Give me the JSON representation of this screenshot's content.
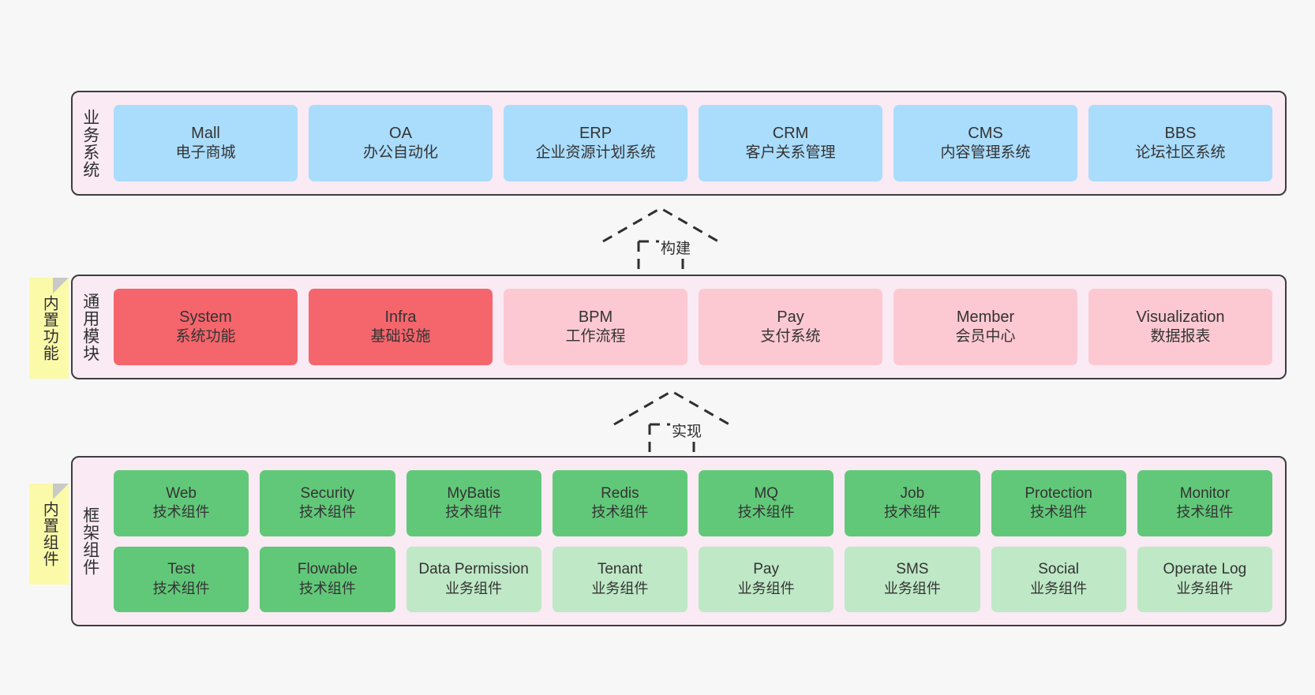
{
  "diagram": {
    "notes": [
      {
        "id": "builtin-feature",
        "label": "内置功能"
      },
      {
        "id": "builtin-component",
        "label": "内置组件"
      }
    ],
    "connectors": [
      {
        "id": "build",
        "label": "构建",
        "style": "dashed-generalization"
      },
      {
        "id": "implement",
        "label": "实现",
        "style": "dashed-generalization"
      }
    ],
    "layers": [
      {
        "id": "business-system",
        "title": "业务系统",
        "cards": [
          {
            "name": "Mall",
            "sub": "电子商城",
            "color": "#aadcfb"
          },
          {
            "name": "OA",
            "sub": "办公自动化",
            "color": "#aadcfb"
          },
          {
            "name": "ERP",
            "sub": "企业资源计划系统",
            "color": "#aadcfb"
          },
          {
            "name": "CRM",
            "sub": "客户关系管理",
            "color": "#aadcfb"
          },
          {
            "name": "CMS",
            "sub": "内容管理系统",
            "color": "#aadcfb"
          },
          {
            "name": "BBS",
            "sub": "论坛社区系统",
            "color": "#aadcfb"
          }
        ]
      },
      {
        "id": "common-module",
        "title": "通用模块",
        "cards": [
          {
            "name": "System",
            "sub": "系统功能",
            "color": "#f4666c"
          },
          {
            "name": "Infra",
            "sub": "基础设施",
            "color": "#f4666c"
          },
          {
            "name": "BPM",
            "sub": "工作流程",
            "color": "#fcc9d2"
          },
          {
            "name": "Pay",
            "sub": "支付系统",
            "color": "#fcc9d2"
          },
          {
            "name": "Member",
            "sub": "会员中心",
            "color": "#fcc9d2"
          },
          {
            "name": "Visualization",
            "sub": "数据报表",
            "color": "#fcc9d2"
          }
        ]
      },
      {
        "id": "framework-component",
        "title": "框架组件",
        "rows": [
          [
            {
              "name": "Web",
              "sub": "技术组件",
              "color": "#62c879"
            },
            {
              "name": "Security",
              "sub": "技术组件",
              "color": "#62c879"
            },
            {
              "name": "MyBatis",
              "sub": "技术组件",
              "color": "#62c879"
            },
            {
              "name": "Redis",
              "sub": "技术组件",
              "color": "#62c879"
            },
            {
              "name": "MQ",
              "sub": "技术组件",
              "color": "#62c879"
            },
            {
              "name": "Job",
              "sub": "技术组件",
              "color": "#62c879"
            },
            {
              "name": "Protection",
              "sub": "技术组件",
              "color": "#62c879"
            },
            {
              "name": "Monitor",
              "sub": "技术组件",
              "color": "#62c879"
            }
          ],
          [
            {
              "name": "Test",
              "sub": "技术组件",
              "color": "#62c879"
            },
            {
              "name": "Flowable",
              "sub": "技术组件",
              "color": "#62c879"
            },
            {
              "name": "Data Permission",
              "sub": "业务组件",
              "color": "#bfe8c6"
            },
            {
              "name": "Tenant",
              "sub": "业务组件",
              "color": "#bfe8c6"
            },
            {
              "name": "Pay",
              "sub": "业务组件",
              "color": "#bfe8c6"
            },
            {
              "name": "SMS",
              "sub": "业务组件",
              "color": "#bfe8c6"
            },
            {
              "name": "Social",
              "sub": "业务组件",
              "color": "#bfe8c6"
            },
            {
              "name": "Operate Log",
              "sub": "业务组件",
              "color": "#bfe8c6"
            }
          ]
        ]
      }
    ]
  }
}
